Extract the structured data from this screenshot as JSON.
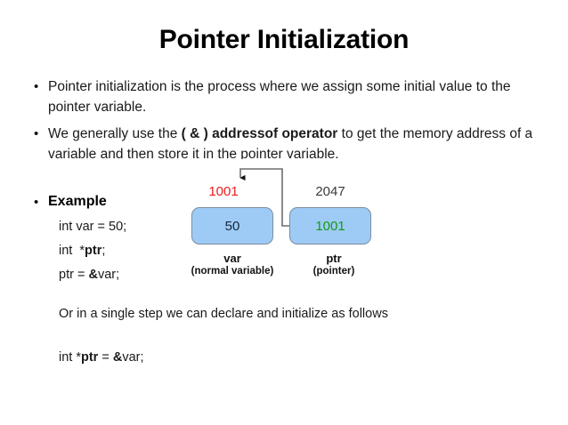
{
  "slide": {
    "title": "Pointer Initialization"
  },
  "bullets": [
    {
      "marker": "•",
      "parts": [
        {
          "text": "Pointer initialization is the process where we assign some initial value to the pointer variable.",
          "bold": false
        }
      ]
    },
    {
      "marker": "•",
      "parts": [
        {
          "text": "We generally use the ",
          "bold": false
        },
        {
          "text": "( & ) addressof operator",
          "bold": true
        },
        {
          "text": " to get the memory address of a variable and then store it in the pointer variable.",
          "bold": false
        }
      ]
    }
  ],
  "example": {
    "marker": "•",
    "label": "Example",
    "code_lines": [
      {
        "parts": [
          {
            "text": "int var = 50;",
            "bold": false
          }
        ]
      },
      {
        "parts": [
          {
            "text": "int  *",
            "bold": false
          },
          {
            "text": "ptr",
            "bold": true
          },
          {
            "text": ";",
            "bold": false
          }
        ]
      },
      {
        "parts": [
          {
            "text": "ptr = ",
            "bold": false
          },
          {
            "text": "&",
            "bold": true
          },
          {
            "text": "var;",
            "bold": false
          }
        ]
      }
    ],
    "note": "Or in a single step we can declare and initialize as follows",
    "single_step_code": {
      "parts": [
        {
          "text": "int *",
          "bold": false
        },
        {
          "text": "ptr",
          "bold": true
        },
        {
          "text": " = ",
          "bold": false
        },
        {
          "text": "&",
          "bold": true
        },
        {
          "text": "var;",
          "bold": false
        }
      ]
    }
  },
  "diagram": {
    "var_address": "1001",
    "ptr_address": "2047",
    "var_value": "50",
    "ptr_value": "1001",
    "var_caption_name": "var",
    "var_caption_sub": "(normal variable)",
    "ptr_caption_name": "ptr",
    "ptr_caption_sub": "(pointer)",
    "colors": {
      "box_fill": "#9ecbf5",
      "box_border": "#7b8c9e",
      "var_address_color": "#ee1c1c",
      "ptr_value_color": "#129a12",
      "connector": "#6e6e6e"
    }
  }
}
